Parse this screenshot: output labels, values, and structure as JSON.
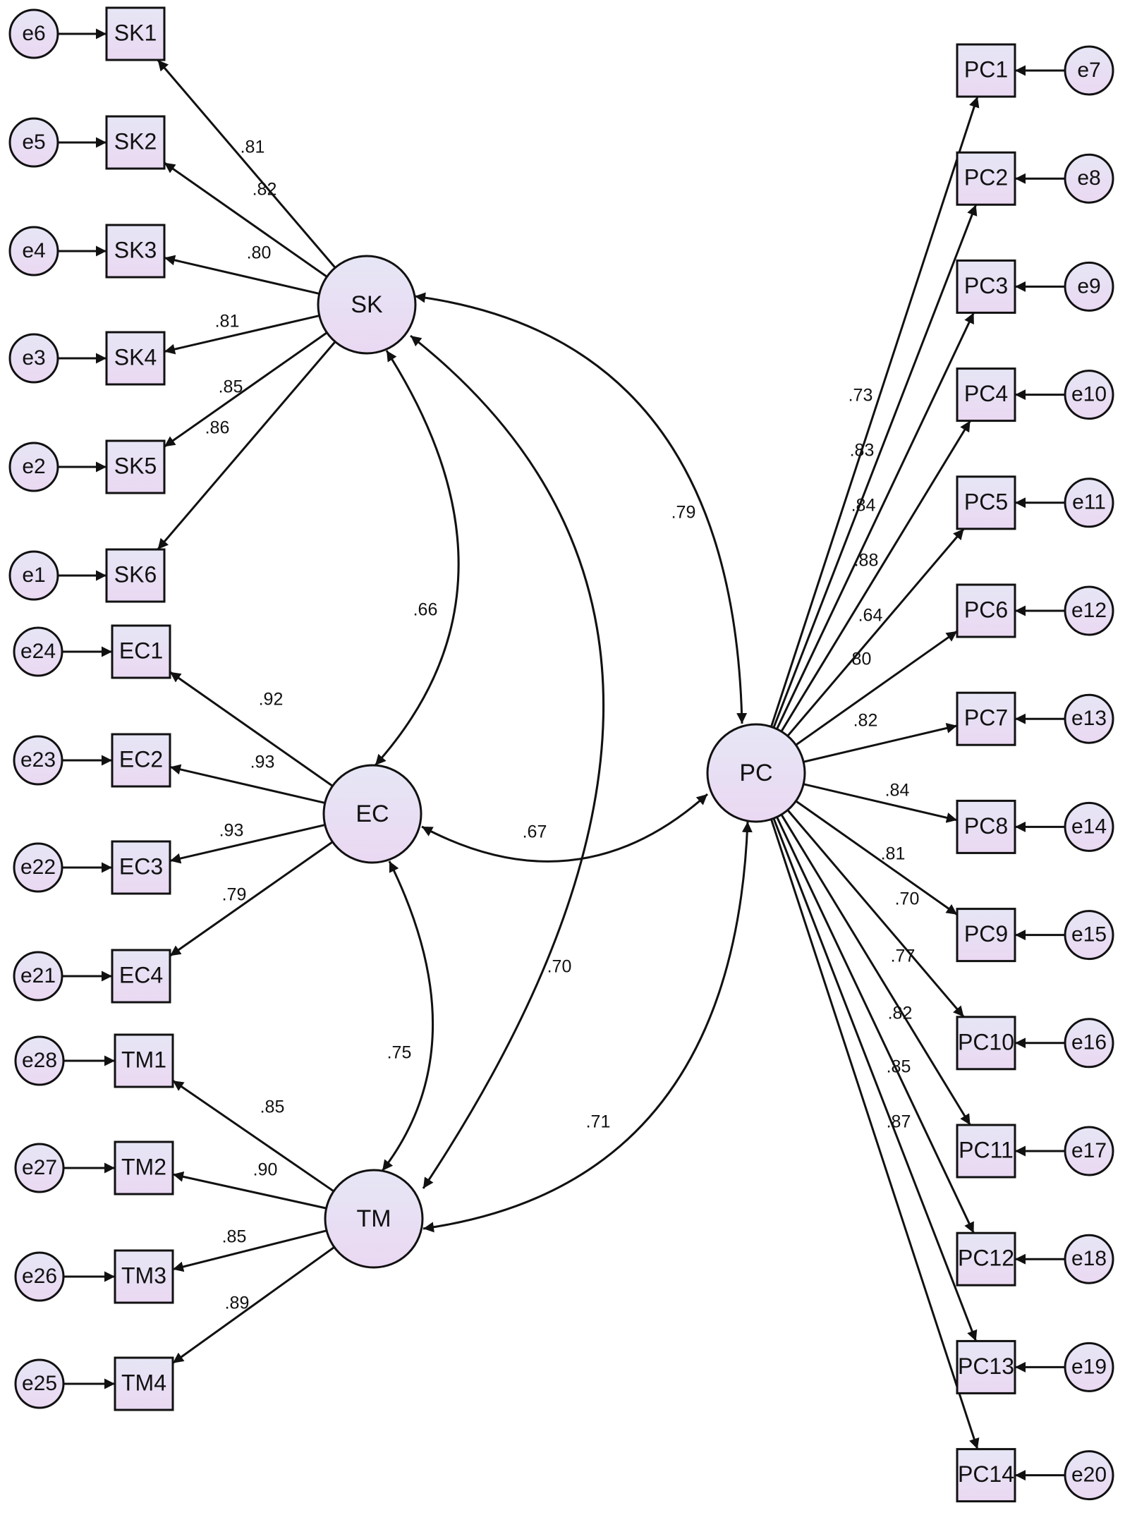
{
  "latent": {
    "SK": "SK",
    "EC": "EC",
    "TM": "TM",
    "PC": "PC"
  },
  "indicators": [
    {
      "name": "SK1",
      "factor": "SK",
      "error": "e6",
      "loading": ".81"
    },
    {
      "name": "SK2",
      "factor": "SK",
      "error": "e5",
      "loading": ".82"
    },
    {
      "name": "SK3",
      "factor": "SK",
      "error": "e4",
      "loading": ".80"
    },
    {
      "name": "SK4",
      "factor": "SK",
      "error": "e3",
      "loading": ".81"
    },
    {
      "name": "SK5",
      "factor": "SK",
      "error": "e2",
      "loading": ".85"
    },
    {
      "name": "SK6",
      "factor": "SK",
      "error": "e1",
      "loading": ".86"
    },
    {
      "name": "EC1",
      "factor": "EC",
      "error": "e24",
      "loading": ".92"
    },
    {
      "name": "EC2",
      "factor": "EC",
      "error": "e23",
      "loading": ".93"
    },
    {
      "name": "EC3",
      "factor": "EC",
      "error": "e22",
      "loading": ".93"
    },
    {
      "name": "EC4",
      "factor": "EC",
      "error": "e21",
      "loading": ".79"
    },
    {
      "name": "TM1",
      "factor": "TM",
      "error": "e28",
      "loading": ".85"
    },
    {
      "name": "TM2",
      "factor": "TM",
      "error": "e27",
      "loading": ".90"
    },
    {
      "name": "TM3",
      "factor": "TM",
      "error": "e26",
      "loading": ".85"
    },
    {
      "name": "TM4",
      "factor": "TM",
      "error": "e25",
      "loading": ".89"
    },
    {
      "name": "PC1",
      "factor": "PC",
      "error": "e7",
      "loading": ".73"
    },
    {
      "name": "PC2",
      "factor": "PC",
      "error": "e8",
      "loading": ".83"
    },
    {
      "name": "PC3",
      "factor": "PC",
      "error": "e9",
      "loading": ".84"
    },
    {
      "name": "PC4",
      "factor": "PC",
      "error": "e10",
      "loading": ".88"
    },
    {
      "name": "PC5",
      "factor": "PC",
      "error": "e11",
      "loading": ".64"
    },
    {
      "name": "PC6",
      "factor": "PC",
      "error": "e12",
      "loading": ".80"
    },
    {
      "name": "PC7",
      "factor": "PC",
      "error": "e13",
      "loading": ".82"
    },
    {
      "name": "PC8",
      "factor": "PC",
      "error": "e14",
      "loading": ".84"
    },
    {
      "name": "PC9",
      "factor": "PC",
      "error": "e15",
      "loading": ".81"
    },
    {
      "name": "PC10",
      "factor": "PC",
      "error": "e16",
      "loading": ".70"
    },
    {
      "name": "PC11",
      "factor": "PC",
      "error": "e17",
      "loading": ".77"
    },
    {
      "name": "PC12",
      "factor": "PC",
      "error": "e18",
      "loading": ".82"
    },
    {
      "name": "PC13",
      "factor": "PC",
      "error": "e19",
      "loading": ".85"
    },
    {
      "name": "PC14",
      "factor": "PC",
      "error": "e20",
      "loading": ".87"
    }
  ],
  "correlations": [
    {
      "a": "SK",
      "b": "PC",
      "value": ".79"
    },
    {
      "a": "SK",
      "b": "EC",
      "value": ".66"
    },
    {
      "a": "SK",
      "b": "TM",
      "value": ".70"
    },
    {
      "a": "EC",
      "b": "PC",
      "value": ".67"
    },
    {
      "a": "EC",
      "b": "TM",
      "value": ".75"
    },
    {
      "a": "TM",
      "b": "PC",
      "value": ".71"
    }
  ],
  "colors": {
    "node_fill_top": "#e6e6f5",
    "node_fill_bottom": "#ead8f2",
    "stroke": "#111111",
    "background": "#ffffff"
  }
}
